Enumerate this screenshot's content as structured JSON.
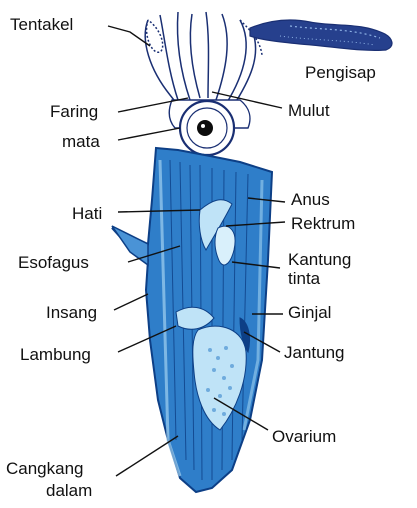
{
  "labels": {
    "tentakel": "Tentakel",
    "pengisap": "Pengisap",
    "faring": "Faring",
    "mulut": "Mulut",
    "mata": "mata",
    "hati": "Hati",
    "anus": "Anus",
    "rektrum": "Rektrum",
    "esofagus": "Esofagus",
    "kantung_line1": "Kantung",
    "kantung_line2": "tinta",
    "insang": "Insang",
    "ginjal": "Ginjal",
    "lambung": "Lambung",
    "jantung": "Jantung",
    "ovarium": "Ovarium",
    "cangkang_line1": "Cangkang",
    "cangkang_line2": "dalam"
  },
  "colors": {
    "body_fill": "#2f7ec9",
    "body_stroke": "#0d3f86",
    "organ_light": "#bfe3f7",
    "label_text": "#111111",
    "tentacle_stroke": "#1a2f73"
  }
}
